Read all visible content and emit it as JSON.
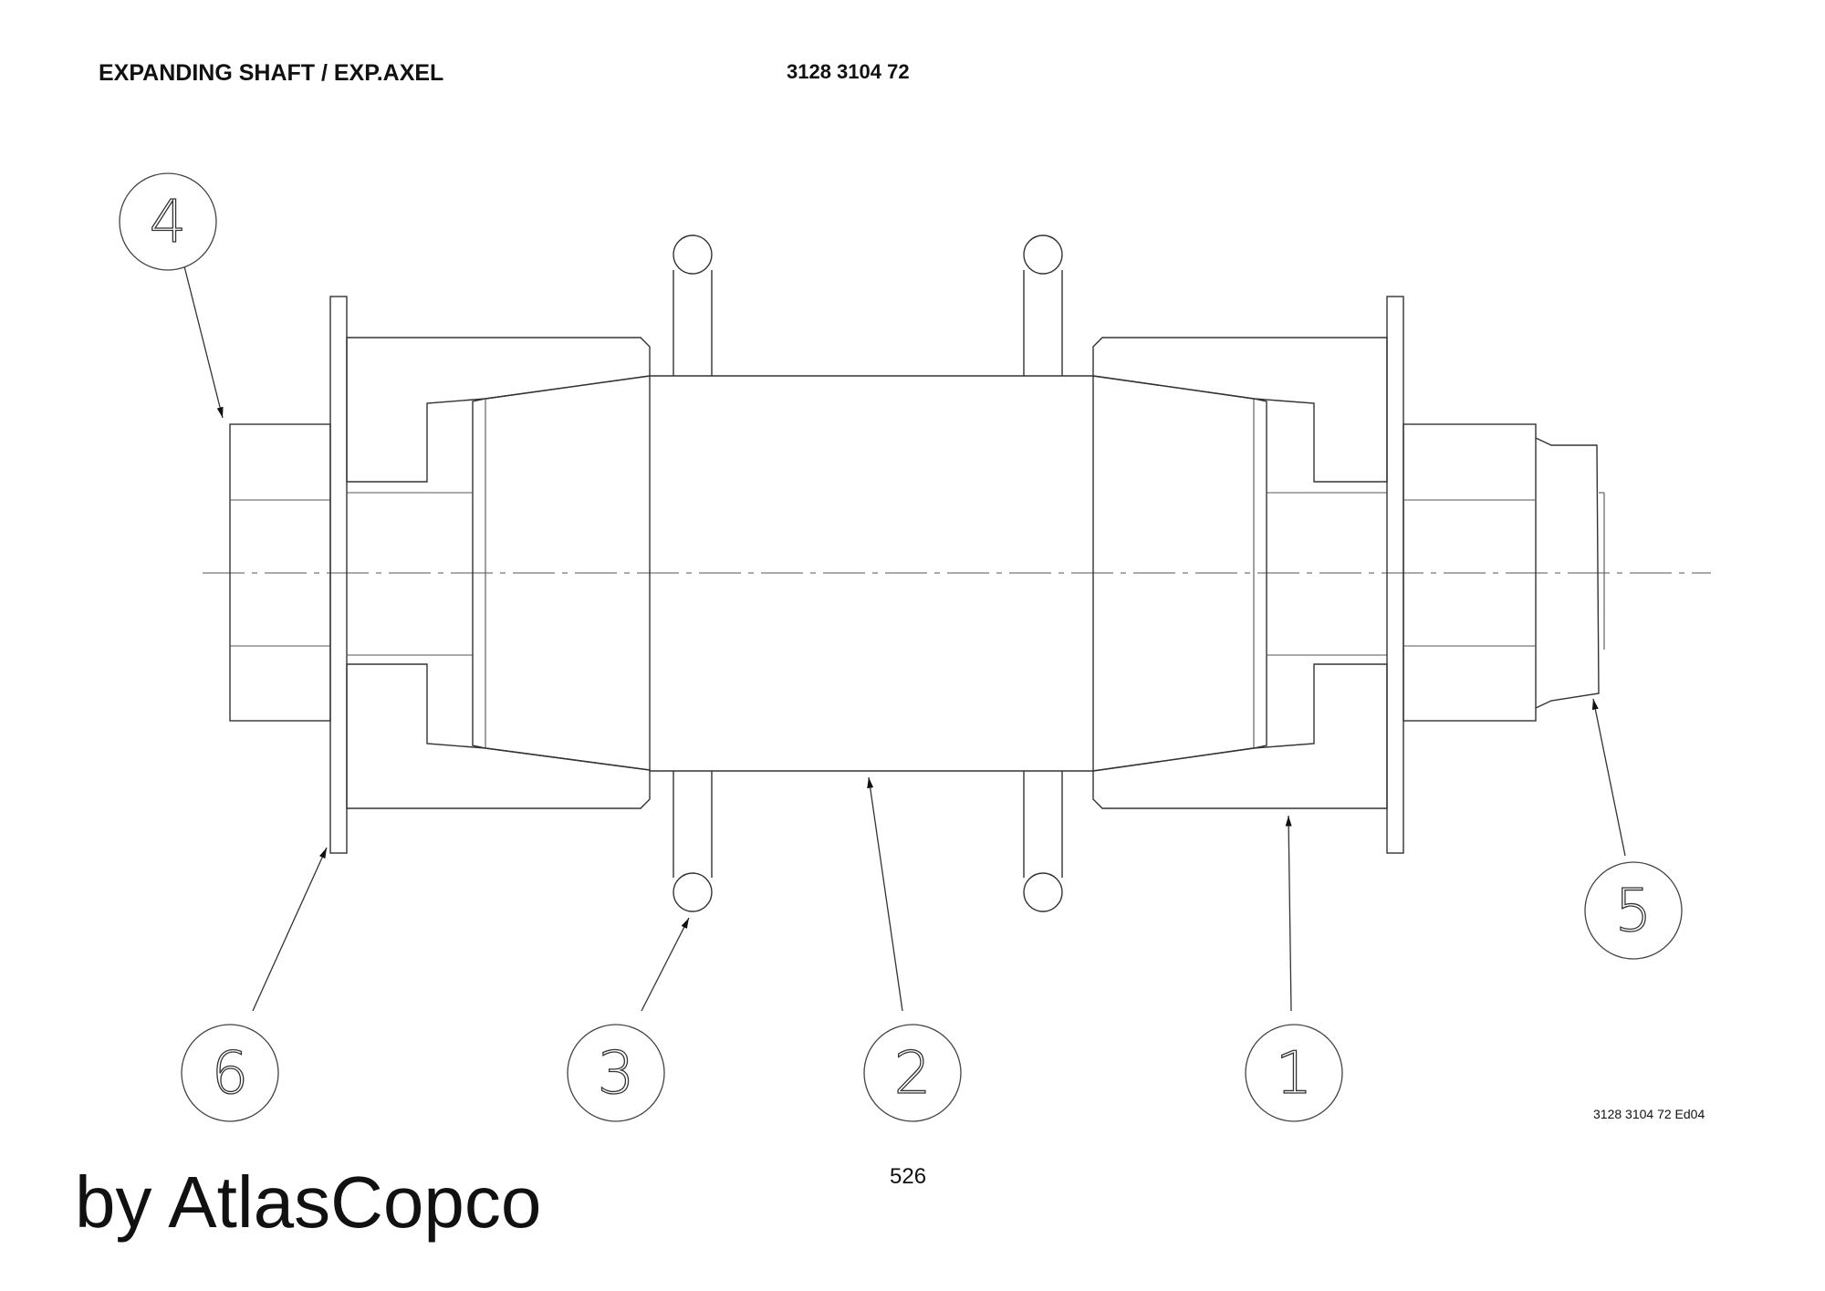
{
  "header": {
    "title": "EXPANDING SHAFT / EXP.AXEL",
    "part_number": "3128 3104 72"
  },
  "footer": {
    "edition": "3128 3104 72 Ed04",
    "page_number": "526",
    "brand": "by AtlasCopco"
  },
  "balloons": [
    {
      "label": "4"
    },
    {
      "label": "5"
    },
    {
      "label": "6"
    },
    {
      "label": "3"
    },
    {
      "label": "2"
    },
    {
      "label": "1"
    }
  ],
  "colors": {
    "line": "#333333",
    "background": "#ffffff"
  }
}
